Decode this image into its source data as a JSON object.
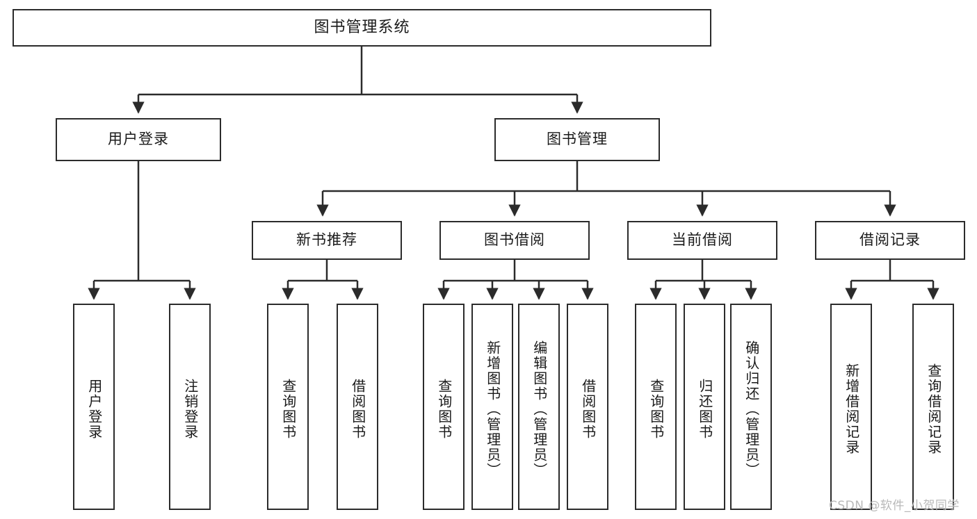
{
  "diagram": {
    "title": "图书管理系统",
    "type": "hierarchy-tree",
    "watermark": "CSDN @软件_小贺同学",
    "colors": {
      "border": "#2b2b2b",
      "background": "#ffffff",
      "text": "#1a1a1a",
      "watermark": "#b9b9b9"
    },
    "levels": {
      "root": {
        "label": "图书管理系统"
      },
      "level2": [
        {
          "label": "用户登录"
        },
        {
          "label": "图书管理"
        }
      ],
      "level3": [
        {
          "label": "新书推荐"
        },
        {
          "label": "图书借阅"
        },
        {
          "label": "当前借阅"
        },
        {
          "label": "借阅记录"
        }
      ],
      "leaves": [
        {
          "label": "用户登录",
          "parent": "用户登录"
        },
        {
          "label": "注销登录",
          "parent": "用户登录"
        },
        {
          "label": "查询图书",
          "parent": "新书推荐"
        },
        {
          "label": "借阅图书",
          "parent": "新书推荐"
        },
        {
          "label": "查询图书",
          "parent": "图书借阅"
        },
        {
          "label": "新增图书（管理员）",
          "parent": "图书借阅"
        },
        {
          "label": "编辑图书（管理员）",
          "parent": "图书借阅"
        },
        {
          "label": "借阅图书",
          "parent": "图书借阅"
        },
        {
          "label": "查询图书",
          "parent": "当前借阅"
        },
        {
          "label": "归还图书",
          "parent": "当前借阅"
        },
        {
          "label": "确认归还（管理员）",
          "parent": "当前借阅"
        },
        {
          "label": "新增借阅记录",
          "parent": "借阅记录"
        },
        {
          "label": "查询借阅记录",
          "parent": "借阅记录"
        }
      ]
    }
  }
}
